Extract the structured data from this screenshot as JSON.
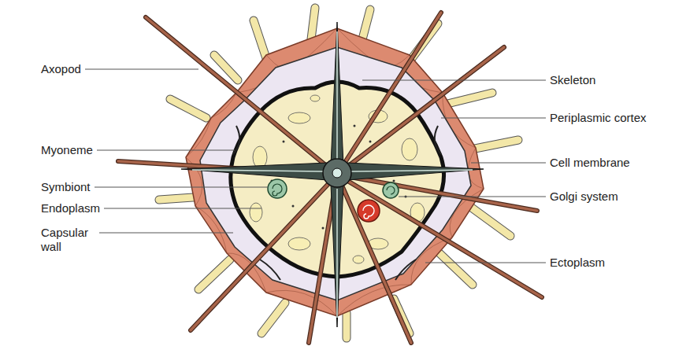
{
  "diagram": {
    "labels": [
      "Axopod",
      "Myoneme",
      "Symbiont",
      "Endoplasm",
      "Capsular wall",
      "Skeleton",
      "Periplasmic cortex",
      "Cell membrane",
      "Golgi system",
      "Ectoplasm"
    ]
  }
}
